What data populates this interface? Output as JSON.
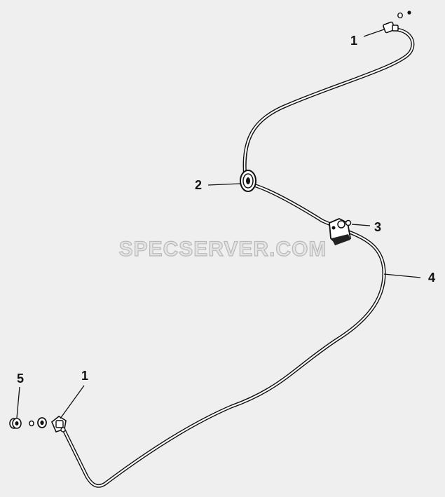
{
  "watermark": "SPECSERVER.COM",
  "callouts": {
    "c1_top": "1",
    "c2": "2",
    "c3": "3",
    "c4": "4",
    "c5": "5",
    "c1_bottom": "1"
  },
  "colors": {
    "background": "#efefef",
    "line": "#111111",
    "pipe_fill": "#ffffff",
    "watermark_fill": "#e4e4e4",
    "watermark_stroke": "#b9b9b9"
  }
}
